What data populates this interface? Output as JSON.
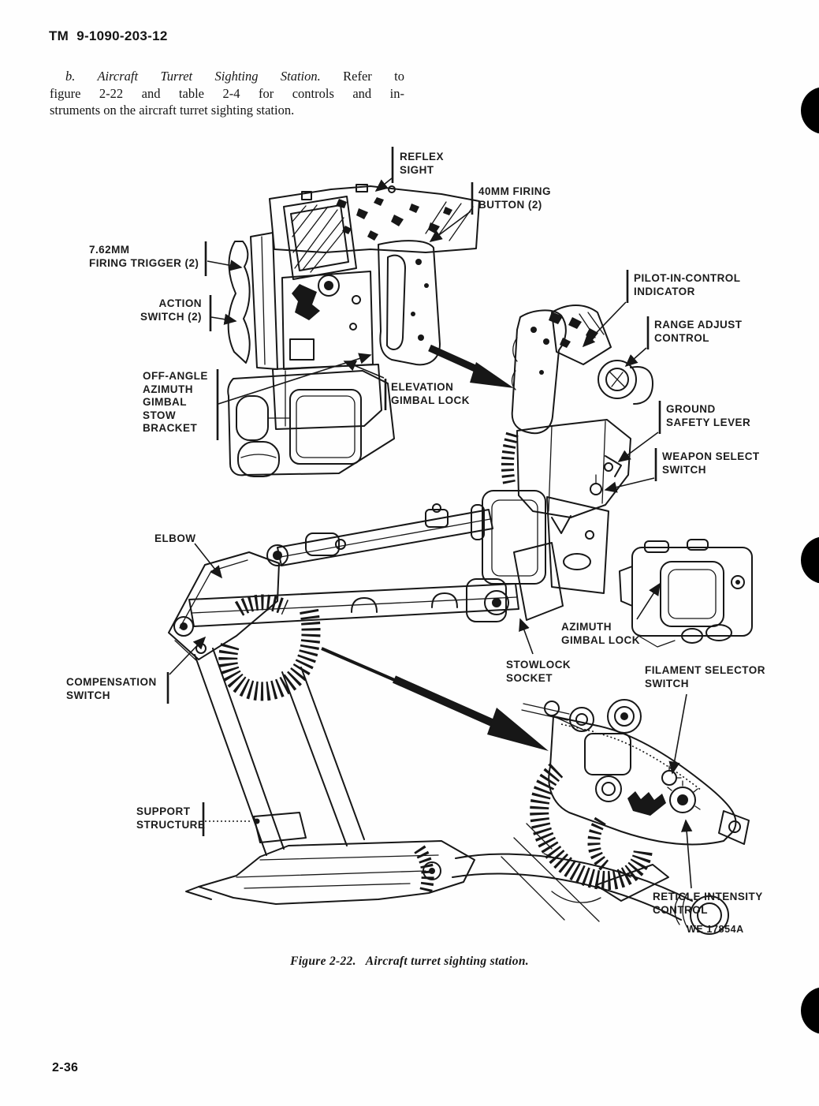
{
  "page": {
    "header": "TM  9-1090-203-12",
    "page_number": "2-36"
  },
  "paragraph": {
    "line1_italic": "b. Aircraft Turret Sighting Station.",
    "line1_roman": "Refer to",
    "line2": "figure 2-22 and table 2-4 for controls and in-",
    "line3": "struments on the aircraft turret sighting station."
  },
  "figure": {
    "caption_label": "Figure 2-22.",
    "caption_title": "Aircraft turret sighting station.",
    "credit": "WE 17854A",
    "labels": {
      "reflex": "REFLEX\nSIGHT",
      "firing_button": "40MM FIRING\nBUTTON (2)",
      "firing_trigger": "7.62MM\nFIRING TRIGGER (2)",
      "action_switch": "ACTION\nSWITCH (2)",
      "off_angle": "OFF-ANGLE\nAZIMUTH\nGIMBAL\nSTOW\nBRACKET",
      "elevation_lock": "ELEVATION\nGIMBAL LOCK",
      "pilot_indicator": "PILOT-IN-CONTROL\nINDICATOR",
      "range_adjust": "RANGE ADJUST\nCONTROL",
      "ground_safety": "GROUND\nSAFETY LEVER",
      "weapon_select": "WEAPON SELECT\nSWITCH",
      "elbow": "ELBOW",
      "azimuth_lock": "AZIMUTH\nGIMBAL LOCK",
      "stowlock": "STOWLOCK\nSOCKET",
      "filament": "FILAMENT SELECTOR\nSWITCH",
      "compensation": "COMPENSATION\nSWITCH",
      "support": "SUPPORT\nSTRUCTURE",
      "reticle": "RETICLE INTENSITY\nCONTROL"
    }
  }
}
